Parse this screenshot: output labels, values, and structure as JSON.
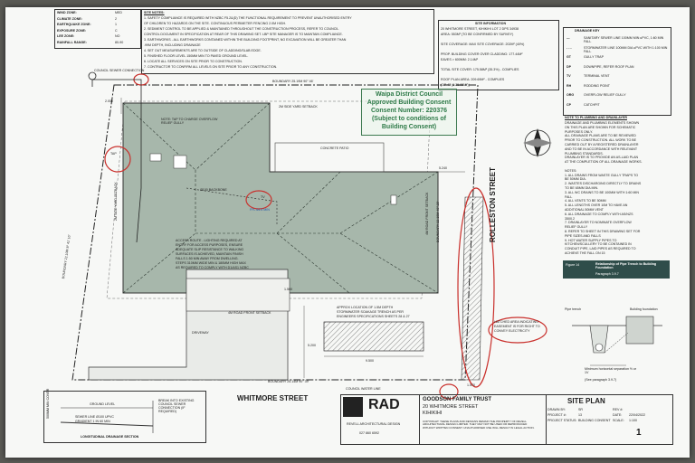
{
  "wind_table": {
    "rows": [
      {
        "label": "WIND ZONE:",
        "value": "MED"
      },
      {
        "label": "CLIMATE ZONE:",
        "value": "2"
      },
      {
        "label": "EARTHQUAKE ZONE:",
        "value": "1"
      },
      {
        "label": "EXPOSURE ZONE:",
        "value": "C"
      },
      {
        "label": "LEE ZONE:",
        "value": "NO"
      },
      {
        "label": "RAINFALL RANGE:",
        "value": "80-90"
      }
    ]
  },
  "site_notes": {
    "title": "SITE NOTES:",
    "lines": [
      "1. SAFETY COMPLIANCE IS REQUIRED WITH NZBC F5.2&(D) THE FUNCTIONAL REQUIREMENT TO PREVENT UNAUTHORISED ENTRY",
      "OF CHILDREN TO HAZARDS ON THE SITE. CONTINUOUS PERIMETER FENCING 2.0M HIGH.",
      "2. SEDIMENT CONTROL TO BE APPLIED & MAINTAINED THROUGHOUT THE CONSTRUCTION PROCESS, REFER TO COUNCIL",
      "CONTROL DOCUMENT IN SPECIFICATION AT REAR OF THIS DRAWING SET. LBP SITE MANAGER IS TO MAINTAIN COMPLIANCE.",
      "3. EARTHWORKS - ALL EARTHWORKS CONTAINED WITHIN THE BUILDING FOOTPRINT, NO EXCAVATION WILL BE GREATER THAN",
      ".99M DEPTH, INCLUDING DRAINAGE",
      "4. SET OUT MEASUREMENTS ARE TO OUTSIDE OF CLADDING/SLAB EDGE.",
      "5. FINISHED FLOOR LEVEL 150MM MIN TO PAVED GROUND LEVEL.",
      "6. LOCATE ALL SERVICES ON SITE PRIOR TO CONSTRUCTION.",
      "7. CONTRACTOR TO CONFIRM ALL LEVELS ON SITE PRIOR TO ANY CONSTRUCTION."
    ]
  },
  "site_information": {
    "title": "SITE INFORMATION",
    "lines": [
      "20 WHITMORE STREET, KIHIKIHI LOT 2 DPS 34938",
      "AREA: 553M² (TO BE CONFIRMED BY SURVEY)",
      "",
      "SITE COVERAGE: MAX SITE COVERAGE: 202M² (40%)",
      "",
      "PROP. BUILDING COVER OVER CLADDING: 177.44M²",
      "EAVES > 600MM: 2.14M²",
      "",
      "TOTAL SITE COVER: 175.58M² (35.3%) - COMPLIES",
      "",
      "ROOF PLAN AREA: 209.69M² - COMPLIES",
      "(DP 47 (1:25.95M²))"
    ]
  },
  "drainage_key": {
    "title": "DRAINAGE KEY",
    "items": [
      {
        "code": "—",
        "desc": "SANITARY SEWER LINE 100MM MIN uPVC, 1:60 MIN FALL"
      },
      {
        "code": "- - -",
        "desc": "STORMWATER LINE 100MM DIA uPVC WITH 1:100 MIN FALL"
      },
      {
        "code": "GT",
        "desc": "GULLY TRAP"
      },
      {
        "code": "DP",
        "desc": "DOWNPIPE, REFER ROOF PLAN"
      },
      {
        "code": "TV",
        "desc": "TERMINAL VENT"
      },
      {
        "code": "RH",
        "desc": "RODDING POINT"
      },
      {
        "code": "ORG",
        "desc": "OVERFLOW RELIEF GULLY"
      },
      {
        "code": "CP",
        "desc": "CATCHPIT"
      }
    ]
  },
  "drainage_notes": {
    "title": "NOTE TO PLUMBING AND DRAINLAYER",
    "lines": [
      "DRAINAGE AND PLUMBING ELEMENTS SHOWN",
      "ON THIS PLAN ARE SHOWN FOR SCHEMATIC",
      "PURPOSES ONLY.",
      "ALL DRAINAGE PLANS ARE TO BE REVIEWED",
      "PRIOR TO CONSTRUCTION. ALL WORK TO BE",
      "CARRIED OUT BY A REGISTERED DRAINLAYER",
      "AND TO BE IN ACCORDANCE WITH RELEVANT",
      "PLUMBING STANDARDS.",
      "DRAINLAYER IS TO PROVIDE AN AS-LAID PLAN",
      "AT THE COMPLETION OF ALL DRAINAGE WORKS.",
      "",
      "NOTES:",
      "1. ALL DRAINS FROM WASTE GULLY TRAPS TO",
      "BE 50MM DIA.",
      "2. WASTES DISCHARGING DIRECTLY TO DRAINS",
      "TO BE 65MM DIA MIN.",
      "3. ALL WC DRAINS TO BE 100MM WITH 1:60 MIN",
      "FALL",
      "4. ALL VENTS TO BE 50MM",
      "5. ALL LENGTHS OVER 10M TO HAVE AN",
      "ADDITIONAL 50MM VENT",
      "6. ALL DRAINAGE TO COMPLY WITH AS/NZS",
      "3500.2",
      "7. DRAINLAYER TO NOMINATE OVERFLOW",
      "RELIEF GULLY",
      "8. REFER TO SHEET IN THIS DRAWING SET FOR",
      "PIPE SIZES AND FALLS",
      "9. HOT WATER SUPPLY PIPES TO",
      "KITCHEN/SCULLERY TO BE CONTAINED IN",
      "CONDUIT PIPE, LAID PIPES AS REQUIRED TO",
      "ACHIEVE THE FALL ON 15"
    ]
  },
  "figure": {
    "number": "Figure 14",
    "caption": "Relationship of Pipe Trench to Building Foundation",
    "paragraph": "Paragraph 3.9.7",
    "pipe_label": "Pipe trench",
    "foundation_label": "Building foundation",
    "min_label": "Minimum horizontal separation ½ or 1V",
    "see_label": "(See paragraph 3.9.7)"
  },
  "stamp": {
    "line1": "Waipa District Council",
    "line2": "Approved Building Consent",
    "line3": "Consent Number: 220376",
    "line4": "(Subject to conditions of",
    "line5": "Building Consent)"
  },
  "plan": {
    "council_sewer": "COUNCIL SEWER CONNECTION",
    "boundary_top": "BOUNDARY 25.19M 90° 46'",
    "boundary_bottom": "BOUNDARY 25.14M 90° 39'",
    "boundary_left": "BOUNDARY 22.10M 8° 41' 10'",
    "boundary_right": "BOUNDARY 22.10M 40° 29'",
    "side_yard": "2M SIDE YARD SETBACK",
    "front_setback_right": "4M ROAD FRONT SETBACK",
    "front_setback_bottom": "4M ROAD FRONT SETBACK",
    "side_setback_left": "2M SIDE YARD SETBACK",
    "patio": "CONCRETE PATIO",
    "backbone": "Ø100 BACKBONE",
    "ffl": "FFL 64.5 MIN",
    "tap_note": "NOTE: TAP TO CHARGE OVERFLOW RELIEF GULLY",
    "tap": "TAP",
    "tv": "TV",
    "access_note": [
      "ACCESS ROUTE - LIGHTING REQUIRED AT",
      "ENTRY FOR ACCESS PURPOSES, ENSURE",
      "ADEQUATE SLIP RESISTANCE TO WALKING",
      "SURFACES IS ACHIEVED, MAINTAIN FINISH",
      "FALLS 1:50 MIN AWAY FROM DWELLING.",
      "STEPS 310MM WIDE MIN & 180MM HIGH MAX",
      "AS REQUIRED TO COMPLY WITH D1/AS1 NZBC"
    ],
    "driveway": "DRIVEWAY",
    "trench_note": [
      "APPROX LOCATION OF 1.5M DEPTH",
      "STORMWATER SOAKAGE TRENCH AS PER",
      "ENGINEERS SPECIFICATIONS SHEETS 28 & 27"
    ],
    "hatched_note": [
      "HATCHED AREA INDICATING",
      "EASEMENT IS FOR RIGHT TO",
      "CONVEY ELECTRICITY"
    ],
    "dim_2050": "2.050",
    "dim_5240": "5.240",
    "dim_1500": "1.500",
    "dim_5200": "5.200",
    "dim_9500": "9.500",
    "dim_1570": "1.570",
    "council_water": "COUNCIL WATER LINE",
    "street_bottom": "WHITMORE STREET",
    "street_right": "ROLLESTON STREET"
  },
  "section": {
    "cover": "500MM MIN COVER",
    "ground": "GROUND LEVEL",
    "sewer": "SEWER LINE Ø100 UPVC",
    "gradient": "GRADIENT 1 IN 60 MIN",
    "break": "BREAK INTO EXISTING COUNCIL SEWER CONNECTION (IF REQUIRED)",
    "title": "LONGITUDINAL DRAINAGE SECTION"
  },
  "title_block": {
    "logo": "RAD",
    "company": "REVELL ARCHITECTURAL DESIGN",
    "phone": "027 860 6592",
    "client": "GOODSON FAMILY TRUST",
    "address1": "20 WHITMORE STREET",
    "address2": "KIHIKIHI",
    "copyright": "COPYRIGHT: THESE PLANS AND DESIGNS REMAIN THE PROPERTY OF REVELL ARCHITECTURAL DESIGN LIMITED. THEY MAY NOT BE USED OR REPRODUCED WITHOUT WRITTEN CONSENT. UNAUTHORISED USE WILL RESULT IN LEGAL ACTION.",
    "sheet_title": "SITE PLAN",
    "drawn_by_label": "DRAWN BY:",
    "drawn_by": "SR",
    "project_label": "PROJECT #:",
    "project": "13",
    "status_label": "PROJECT STATUS:",
    "status": "BUILDING CONSENT",
    "rev_label": "REV #:",
    "date_label": "DATE:",
    "date": "22/04/2022",
    "scale_label": "SCALE:",
    "scale": "1:100",
    "sheet_no": "1"
  }
}
